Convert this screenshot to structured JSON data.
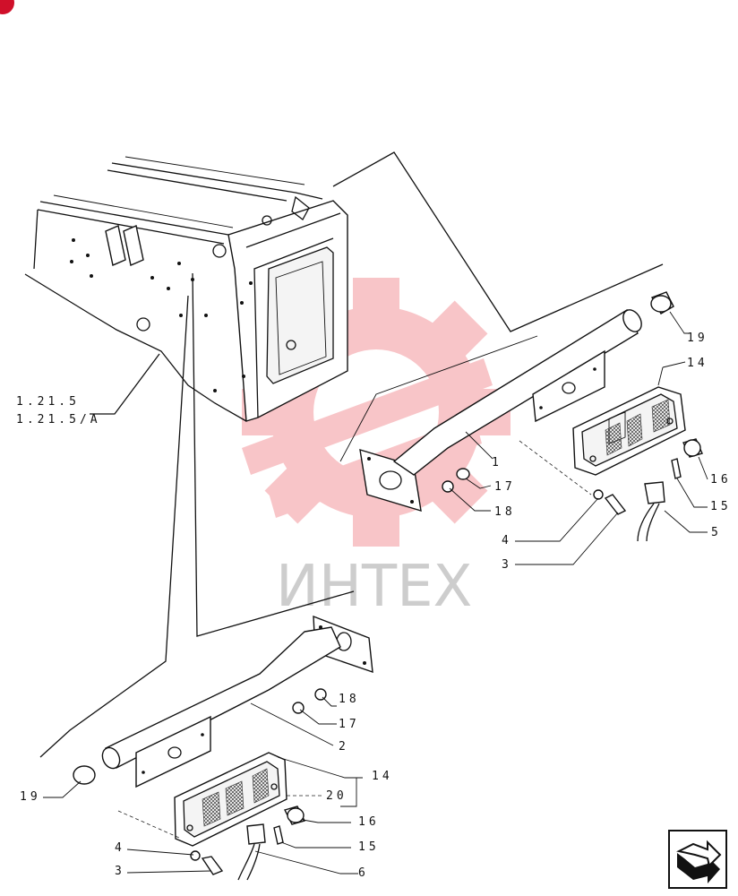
{
  "watermark": {
    "text": "ИНТЕХ",
    "color": "#e8323c"
  },
  "callouts": {
    "ref_a": "1.21.5",
    "ref_b": "1.21.5/A",
    "p1": "1",
    "p2": "2",
    "p3_upper": "3",
    "p3_lower": "3",
    "p4_upper": "4",
    "p4_lower": "4",
    "p5": "5",
    "p6": "6",
    "p14_upper": "14",
    "p14_lower": "14",
    "p15_upper": "15",
    "p15_lower": "15",
    "p16_upper": "16",
    "p16_lower": "16",
    "p17_upper": "17",
    "p17_lower": "17",
    "p18_upper": "18",
    "p18_lower": "18",
    "p19_upper": "19",
    "p19_lower": "19",
    "p20": "20"
  },
  "icons": {
    "nav": "next-page-arrow-icon",
    "badge": "red-dot-icon"
  },
  "colors": {
    "line": "#111111",
    "badge": "#d0102a"
  }
}
